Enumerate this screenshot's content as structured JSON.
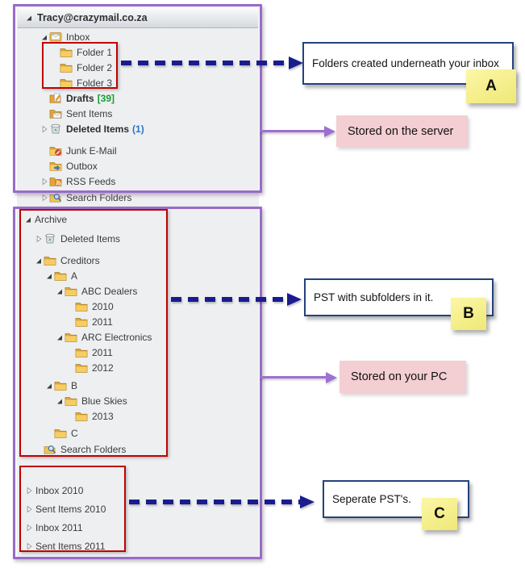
{
  "colors": {
    "purple_border": "#9a6bc9",
    "red_border": "#c00000",
    "navy_arrow": "#1a1c8e",
    "annotation_border": "#24427c",
    "purple_arrow": "#9d70d2",
    "pink_bg": "#f3ced2",
    "sticky_yellow": "#f7f092",
    "count_green": "#169c34",
    "count_blue": "#2775c9",
    "panel_gray": "#edeff1"
  },
  "top_section": {
    "account_header": "Tracy@crazymail.co.za",
    "items": [
      {
        "label": "Inbox",
        "icon": "inbox",
        "twisty": "expanded",
        "level": 1
      },
      {
        "label": "Folder 1",
        "icon": "folder",
        "twisty": "none",
        "level": 2
      },
      {
        "label": "Folder 2",
        "icon": "folder",
        "twisty": "none",
        "level": 2
      },
      {
        "label": "Folder 3",
        "icon": "folder",
        "twisty": "none",
        "level": 2
      },
      {
        "label": "Drafts",
        "icon": "drafts",
        "twisty": "none",
        "level": 1,
        "bold": true,
        "count": "[39]",
        "count_style": "green"
      },
      {
        "label": "Sent Items",
        "icon": "sent",
        "twisty": "none",
        "level": 1
      },
      {
        "label": "Deleted Items",
        "icon": "deleted",
        "twisty": "collapsed",
        "level": 1,
        "bold": true,
        "count": "(1)",
        "count_style": "blue"
      },
      {
        "label": "Junk E-Mail",
        "icon": "junk",
        "twisty": "none",
        "level": 1,
        "gap": 8
      },
      {
        "label": "Outbox",
        "icon": "outbox",
        "twisty": "none",
        "level": 1
      },
      {
        "label": "RSS Feeds",
        "icon": "rss",
        "twisty": "collapsed",
        "level": 1
      },
      {
        "label": "Search Folders",
        "icon": "search",
        "twisty": "collapsed",
        "level": 1,
        "gap": 1
      }
    ]
  },
  "archive_section": {
    "items": [
      {
        "label": "Archive",
        "icon": "none",
        "twisty": "expanded",
        "level": 0
      },
      {
        "label": "Deleted Items",
        "icon": "deleted",
        "twisty": "collapsed",
        "level": 1,
        "gap": 5
      },
      {
        "label": "Creditors",
        "icon": "folder",
        "twisty": "expanded",
        "level": 1,
        "gap": 8
      },
      {
        "label": "A",
        "icon": "folder",
        "twisty": "expanded",
        "level": 2
      },
      {
        "label": "ABC Dealers",
        "icon": "folder",
        "twisty": "expanded",
        "level": 3
      },
      {
        "label": "2010",
        "icon": "folder",
        "twisty": "none",
        "level": 4
      },
      {
        "label": "2011",
        "icon": "folder",
        "twisty": "none",
        "level": 4
      },
      {
        "label": "ARC Electronics",
        "icon": "folder",
        "twisty": "expanded",
        "level": 3
      },
      {
        "label": "2011",
        "icon": "folder",
        "twisty": "none",
        "level": 4
      },
      {
        "label": "2012",
        "icon": "folder",
        "twisty": "none",
        "level": 4
      },
      {
        "label": "B",
        "icon": "folder",
        "twisty": "expanded",
        "level": 2,
        "gap": 3
      },
      {
        "label": "Blue Skies",
        "icon": "folder",
        "twisty": "expanded",
        "level": 3
      },
      {
        "label": "2013",
        "icon": "folder",
        "twisty": "none",
        "level": 4
      },
      {
        "label": "C",
        "icon": "folder",
        "twisty": "none",
        "level": 2,
        "gap": 2
      },
      {
        "label": "Search Folders",
        "icon": "search",
        "twisty": "none",
        "level": 1,
        "gap": 1
      }
    ]
  },
  "pst_section": {
    "items": [
      {
        "label": "Inbox 2010",
        "twisty": "collapsed"
      },
      {
        "label": "Sent Items 2010",
        "twisty": "collapsed"
      },
      {
        "label": "Inbox 2011",
        "twisty": "collapsed"
      },
      {
        "label": "Sent Items 2011",
        "twisty": "collapsed"
      }
    ]
  },
  "annotations": {
    "a": {
      "text": "Folders created underneath your inbox",
      "tag": "A"
    },
    "b": {
      "text": "PST with subfolders in it.",
      "tag": "B"
    },
    "c": {
      "text": "Seperate PST's.",
      "tag": "C"
    },
    "stored_server": "Stored on the server",
    "stored_pc": "Stored on your PC"
  }
}
